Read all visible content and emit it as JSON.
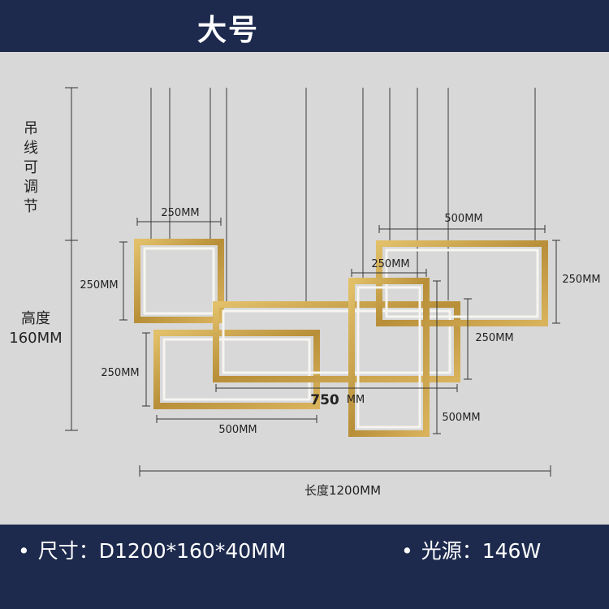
{
  "header": {
    "title": "大号"
  },
  "diagram": {
    "cable_label": "吊线可调节",
    "height_label_1": "高度",
    "height_label_2": "160MM",
    "dims": {
      "w250_top": "250MM",
      "h250_left_top": "250MM",
      "h250_left_bottom": "250MM",
      "w500_bottom": "500MM",
      "w750_number": "750",
      "w750_unit": "MM",
      "w500_top_right": "500MM",
      "h250_right": "250MM",
      "w250_mid": "250MM",
      "h250_mid_right": "250MM",
      "h500_right": "500MM",
      "length": "长度1200MM"
    },
    "colors": {
      "gold": "#c9a24a",
      "gold_dark": "#9c7a2e",
      "light": "#f4f3ef",
      "line": "#3a3a3a"
    }
  },
  "footer": {
    "size_bullet": "•",
    "size_text": "尺寸：D1200*160*40MM",
    "light_bullet": "•",
    "light_text": "光源：146W"
  }
}
